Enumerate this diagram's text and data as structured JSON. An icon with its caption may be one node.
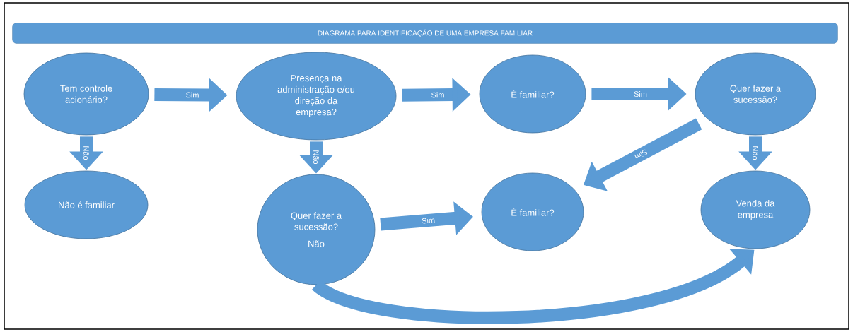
{
  "diagram": {
    "title": "DIAGRAMA PARA IDENTIFICAÇÃO DE UMA EMPRESA FAMILIAR",
    "nodes": [
      {
        "text": [
          "Tem controle acionário?"
        ]
      },
      {
        "text": [
          "Presença na administração e/ou direção da empresa?"
        ]
      },
      {
        "text": [
          "É familiar?"
        ]
      },
      {
        "text": [
          "Quer fazer a sucessão?"
        ]
      },
      {
        "text": [
          "Não é familiar"
        ]
      },
      {
        "text": [
          "Quer fazer a sucessão?",
          "Não"
        ]
      },
      {
        "text": [
          "É familiar?"
        ]
      },
      {
        "text": [
          "Venda da empresa"
        ]
      }
    ],
    "edges": [
      {
        "from": 0,
        "to": 1,
        "arrow": "to",
        "label": "Sim"
      },
      {
        "from": 1,
        "to": 2,
        "arrow": "to",
        "label": "Sim"
      },
      {
        "from": 2,
        "to": 3,
        "arrow": "to",
        "label": "Sim"
      },
      {
        "from": 0,
        "to": 4,
        "arrow": "to",
        "label": "Não"
      },
      {
        "from": 1,
        "to": 5,
        "arrow": "to",
        "label": "Não"
      },
      {
        "from": 3,
        "to": 6,
        "arrow": "to",
        "label": "Sim"
      },
      {
        "from": 3,
        "to": 7,
        "arrow": "to",
        "label": "Não"
      },
      {
        "from": 5,
        "to": 6,
        "arrow": "to",
        "label": "Sim"
      },
      {
        "from": 5,
        "to": 7,
        "arrow": "to"
      }
    ]
  }
}
